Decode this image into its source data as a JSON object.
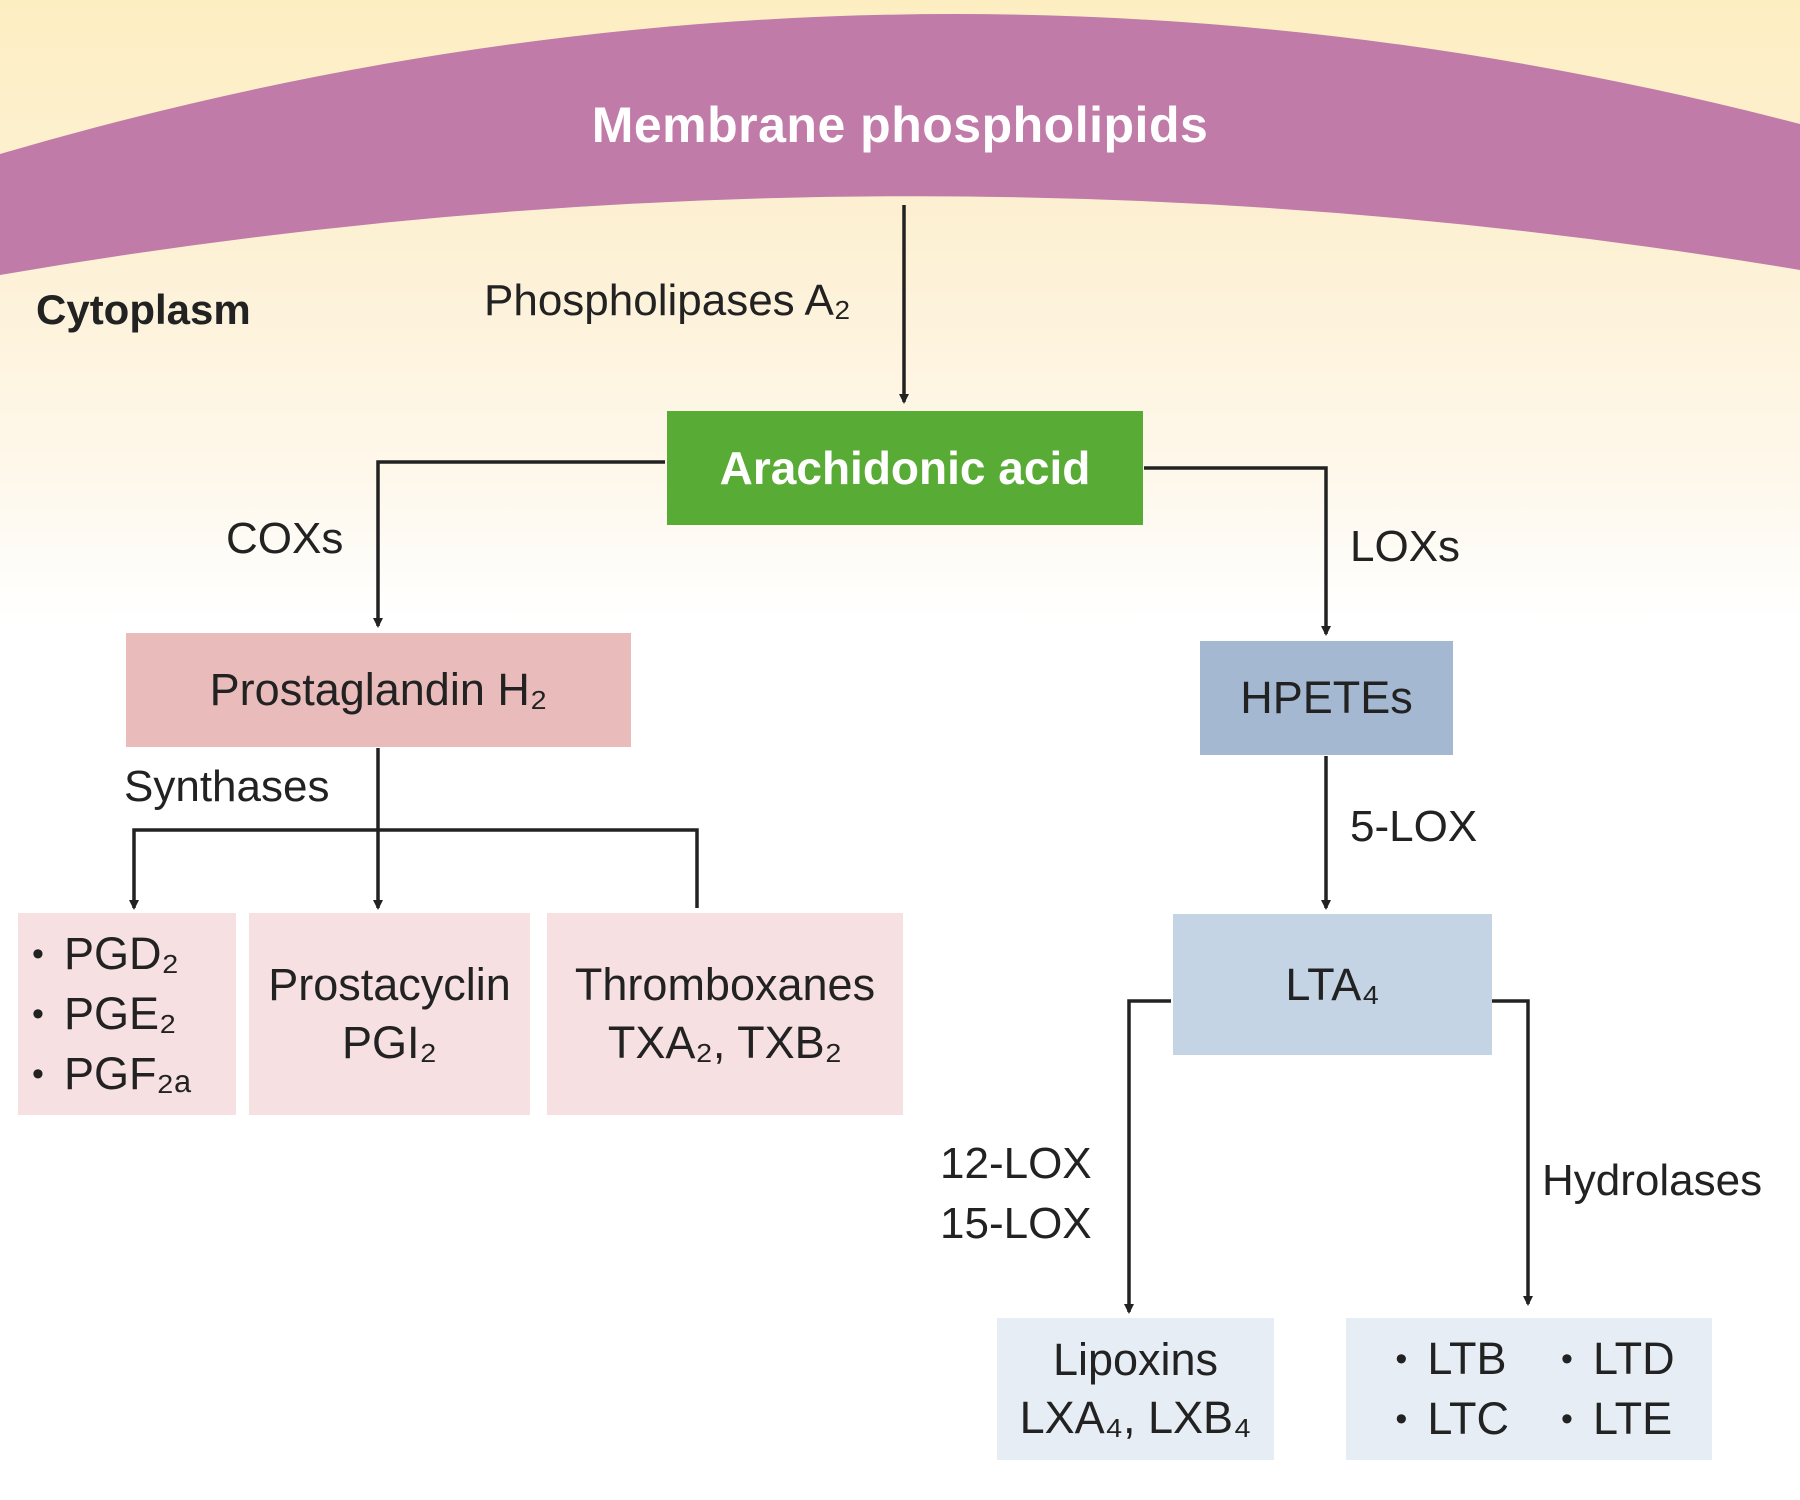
{
  "membrane": {
    "title": "Membrane phospholipids",
    "color": "#c17ba8"
  },
  "cytoplasm_label": "Cytoplasm",
  "enzymes": {
    "phospholipase": "Phospholipases A₂",
    "coxs": "COXs",
    "loxs": "LOXs",
    "synthases": "Synthases",
    "five_lox": "5-LOX",
    "twelve_lox": "12-LOX",
    "fifteen_lox": "15-LOX",
    "hydrolases": "Hydrolases"
  },
  "nodes": {
    "arachidonic": "Arachidonic acid",
    "pgh2": "Prostaglandin H₂",
    "hpetes": "HPETEs",
    "lta4": "LTA₄",
    "prostaglandins": [
      "PGD₂",
      "PGE₂",
      "PGF₂ₐ"
    ],
    "prostacyclin": {
      "name": "Prostacyclin",
      "formula": "PGI₂"
    },
    "thromboxanes": {
      "name": "Thromboxanes",
      "formula": "TXA₂, TXB₂"
    },
    "lipoxins": {
      "name": "Lipoxins",
      "formula": "LXA₄, LXB₄"
    },
    "leukotrienes": [
      "LTB",
      "LTD",
      "LTC",
      "LTE"
    ]
  },
  "colors": {
    "arachidonic": "#58ab34",
    "prostaglandin_h2": "#e9bcbb",
    "prostanoid_products": "#f6e0e1",
    "hpetes": "#a4b8d2",
    "lta4": "#c5d4e5",
    "leukotriene_products": "#e6edf5",
    "arrow": "#222222"
  }
}
